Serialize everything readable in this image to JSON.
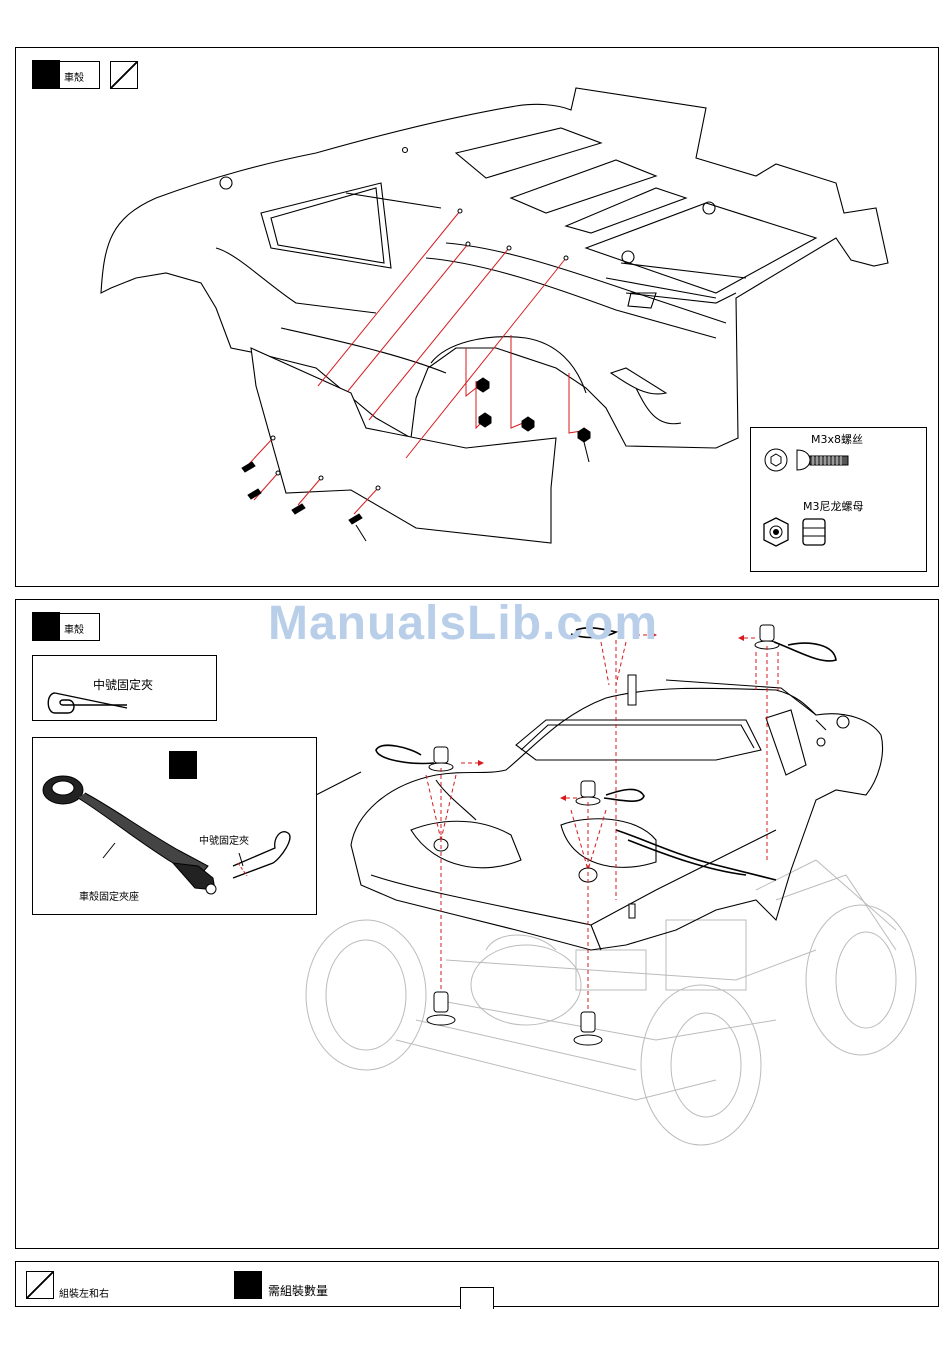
{
  "step1": {
    "title": "車殼",
    "hardware": [
      {
        "label": "M3x8螺丝",
        "icon": "button-head-screw-icon"
      },
      {
        "label": "M3尼龙螺母",
        "icon": "nylon-nut-icon"
      }
    ]
  },
  "step2": {
    "title": "車殼",
    "clip_box_label": "中號固定夾",
    "detail": {
      "clip_label": "中號固定夾",
      "mount_label": "車殼固定夾座"
    }
  },
  "watermark": "ManualsLib.com",
  "legend": {
    "both_sides": "組裝左和右",
    "quantity": "需組裝數量"
  }
}
